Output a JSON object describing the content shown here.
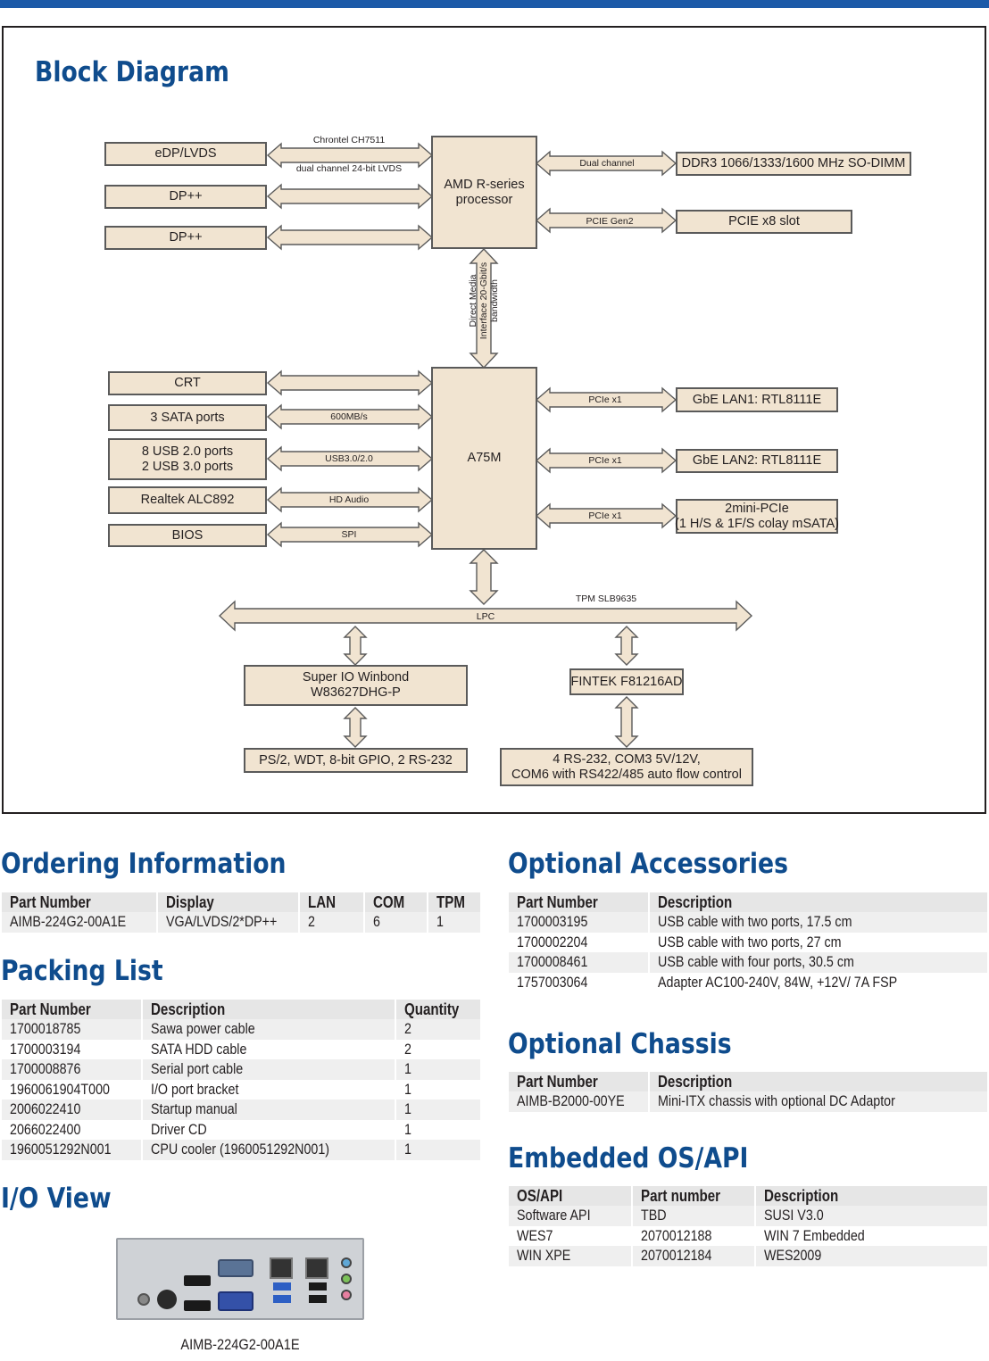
{
  "block_diagram": {
    "title": "Block Diagram",
    "blocks": {
      "edp_lvds": "eDP/LVDS",
      "dp1": "DP++",
      "dp2": "DP++",
      "cpu_line1": "AMD R-series",
      "cpu_line2": "processor",
      "ddr3": "DDR3 1066/1333/1600 MHz SO-DIMM",
      "pcie_slot": "PCIE x8 slot",
      "crt": "CRT",
      "sata": "3 SATA ports",
      "usb_line1": "8 USB 2.0 ports",
      "usb_line2": "2 USB 3.0 ports",
      "audio": "Realtek ALC892",
      "bios": "BIOS",
      "chipset": "A75M",
      "lan1": "GbE LAN1: RTL8111E",
      "lan2": "GbE LAN2: RTL8111E",
      "minipcie_line1": "2mini-PCIe",
      "minipcie_line2": "(1 H/S & 1F/S colay mSATA)",
      "superio_line1": "Super IO Winbond",
      "superio_line2": "W83627DHG-P",
      "fintek": "FINTEK F81216AD",
      "ps2": "PS/2, WDT, 8-bit GPIO, 2 RS-232",
      "rs232_line1": "4 RS-232, COM3 5V/12V,",
      "rs232_line2": "COM6 with RS422/485 auto flow control"
    },
    "labels": {
      "chrontel": "Chrontel CH7511",
      "lvds": "dual channel 24-bit LVDS",
      "dual_channel": "Dual channel",
      "pcie_gen2": "PCIE Gen2",
      "dmi_line1": "Direct Media",
      "dmi_line2": "Interface 20-Gbit/s",
      "dmi_line3": "bandwidth",
      "sata_speed": "600MB/s",
      "usb": "USB3.0/2.0",
      "hd_audio": "HD Audio",
      "spi": "SPI",
      "pcie_x1_a": "PCIe x1",
      "pcie_x1_b": "PCIe x1",
      "pcie_x1_c": "PCIe x1",
      "tpm": "TPM SLB9635",
      "lpc": "LPC"
    }
  },
  "ordering": {
    "title": "Ordering Information",
    "headers": [
      "Part Number",
      "Display",
      "LAN",
      "COM",
      "TPM"
    ],
    "rows": [
      [
        "AIMB-224G2-00A1E",
        "VGA/LVDS/2*DP++",
        "2",
        "6",
        "1"
      ]
    ]
  },
  "packing": {
    "title": "Packing List",
    "headers": [
      "Part Number",
      "Description",
      "Quantity"
    ],
    "rows": [
      [
        "1700018785",
        "Sawa power cable",
        "2"
      ],
      [
        "1700003194",
        "SATA HDD cable",
        "2"
      ],
      [
        "1700008876",
        "Serial port cable",
        "1"
      ],
      [
        "1960061904T000",
        "I/O port bracket",
        "1"
      ],
      [
        "2006022410",
        "Startup manual",
        "1"
      ],
      [
        "2066022400",
        "Driver CD",
        "1"
      ],
      [
        "1960051292N001",
        "CPU cooler (1960051292N001)",
        "1"
      ]
    ]
  },
  "io_view": {
    "title": "I/O View",
    "caption": "AIMB-224G2-00A1E"
  },
  "accessories": {
    "title": "Optional Accessories",
    "headers": [
      "Part Number",
      "Description"
    ],
    "rows": [
      [
        "1700003195",
        "USB cable with two ports, 17.5 cm"
      ],
      [
        "1700002204",
        "USB cable with two ports, 27 cm"
      ],
      [
        "1700008461",
        "USB cable with four ports, 30.5 cm"
      ],
      [
        "1757003064",
        "Adapter AC100-240V, 84W, +12V/ 7A FSP"
      ]
    ]
  },
  "chassis": {
    "title": "Optional Chassis",
    "headers": [
      "Part Number",
      "Description"
    ],
    "rows": [
      [
        "AIMB-B2000-00YE",
        "Mini-ITX chassis with optional DC Adaptor"
      ]
    ]
  },
  "os_api": {
    "title": "Embedded OS/API",
    "headers": [
      "OS/API",
      "Part number",
      "Description"
    ],
    "rows": [
      [
        "Software API",
        "TBD",
        "SUSI V3.0"
      ],
      [
        "WES7",
        "2070012188",
        "WIN 7 Embedded"
      ],
      [
        "WIN XPE",
        "2070012184",
        "WES2009"
      ]
    ]
  },
  "colors": {
    "accent": "#1c5aa8",
    "heading": "#0f4c8d",
    "block_fill": "#f1e4d1",
    "table_header": "#e6e6e6"
  }
}
